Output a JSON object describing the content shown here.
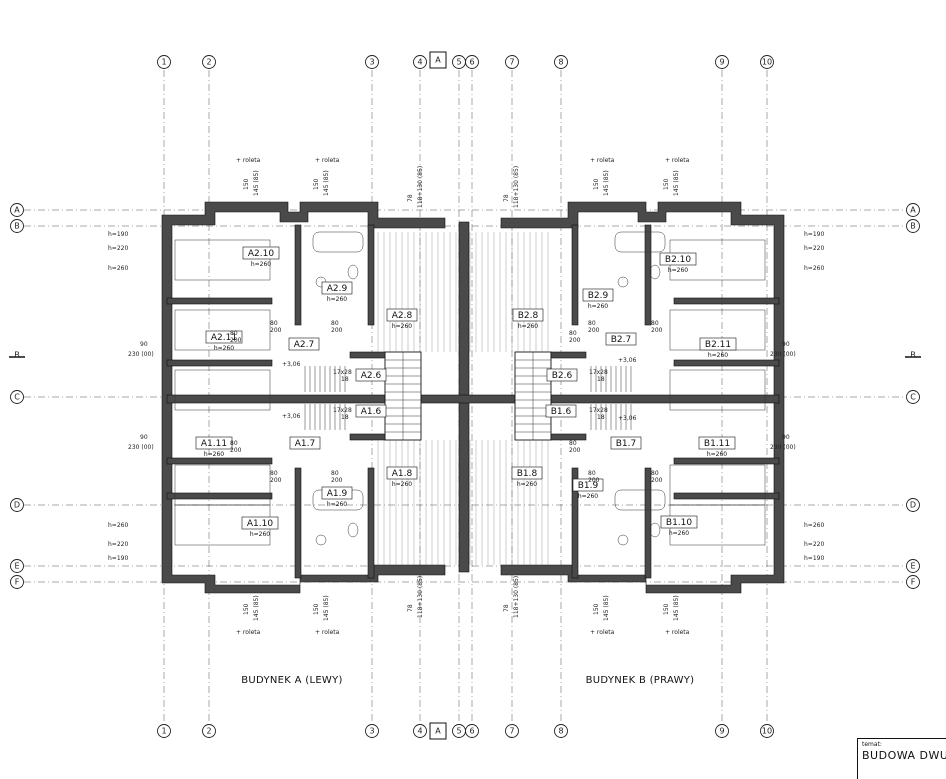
{
  "axes": {
    "columns": [
      "1",
      "2",
      "3",
      "4",
      "5",
      "6",
      "7",
      "8",
      "9",
      "10"
    ],
    "rows": [
      "A",
      "B",
      "C",
      "D",
      "E",
      "F"
    ]
  },
  "section_marks": {
    "vertical": "A",
    "horizontal": "B"
  },
  "rooms": [
    {
      "id": "A2.10",
      "h": "h=260"
    },
    {
      "id": "A2.9",
      "h": "h=260"
    },
    {
      "id": "A2.8",
      "h": "h=260"
    },
    {
      "id": "A2.11",
      "h": "h=260"
    },
    {
      "id": "A2.7",
      "h": ""
    },
    {
      "id": "A2.6",
      "h": ""
    },
    {
      "id": "A1.6",
      "h": ""
    },
    {
      "id": "A1.11",
      "h": "h=260"
    },
    {
      "id": "A1.7",
      "h": ""
    },
    {
      "id": "A1.8",
      "h": "h=260"
    },
    {
      "id": "A1.9",
      "h": "h=260"
    },
    {
      "id": "A1.10",
      "h": "h=260"
    },
    {
      "id": "B2.10",
      "h": "h=260"
    },
    {
      "id": "B2.9",
      "h": "h=260"
    },
    {
      "id": "B2.8",
      "h": "h=260"
    },
    {
      "id": "B2.11",
      "h": "h=260"
    },
    {
      "id": "B2.7",
      "h": ""
    },
    {
      "id": "B2.6",
      "h": ""
    },
    {
      "id": "B1.6",
      "h": ""
    },
    {
      "id": "B1.11",
      "h": "h=260"
    },
    {
      "id": "B1.7",
      "h": ""
    },
    {
      "id": "B1.8",
      "h": "h=260"
    },
    {
      "id": "B1.9",
      "h": "h=260"
    },
    {
      "id": "B1.10",
      "h": "h=260"
    }
  ],
  "notes": {
    "roleta": "+ roleta",
    "dim_150": "150",
    "dim_145": "145 (85)",
    "dim_78": "78",
    "dim_118": "118+130 (85)",
    "dim_230": "230 (00)",
    "dim_90": "90",
    "dim_80": "80",
    "dim_200": "200",
    "stairs": "17x28",
    "stairs_n": "18",
    "level": "+3,06",
    "h190": "h=190",
    "h220": "h=220",
    "h260": "h=260"
  },
  "buildings": {
    "left": "BUDYNEK A (LEWY)",
    "right": "BUDYNEK B (PRAWY)"
  },
  "title_block": {
    "label": "temat:",
    "value": "BUDOWA DWU"
  }
}
